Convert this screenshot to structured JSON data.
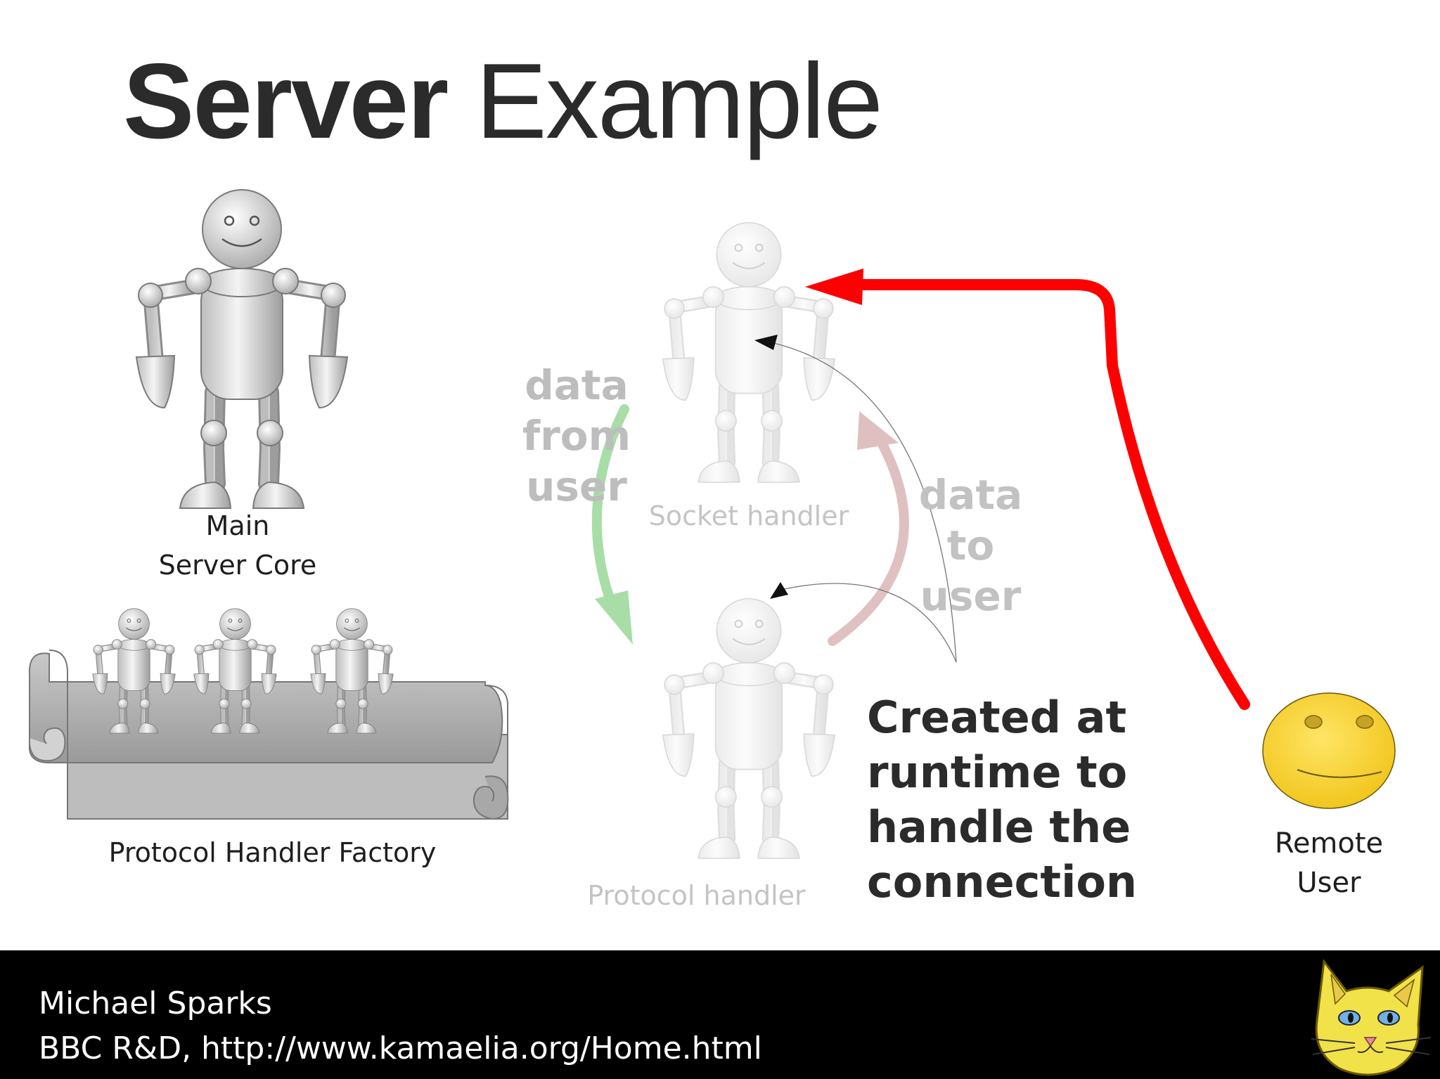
{
  "slide": {
    "title_bold": "Server",
    "title_rest": " Example"
  },
  "labels": {
    "main_server_core": [
      "Main",
      "Server Core"
    ],
    "protocol_handler_factory": "Protocol Handler Factory",
    "socket_handler": "Socket handler",
    "protocol_handler": "Protocol handler",
    "remote_user": [
      "Remote",
      "User"
    ]
  },
  "flows": {
    "data_from_user": [
      "data",
      "from",
      "user"
    ],
    "data_to_user": [
      "data",
      "to",
      "user"
    ]
  },
  "callout": [
    "Created at",
    "runtime to",
    "handle the",
    "connection"
  ],
  "footer": {
    "author": "Michael Sparks",
    "org_url": "BBC R&D, http://www.kamaelia.org/Home.html"
  },
  "colors": {
    "connection_arrow": "#ff0000",
    "from_user_arrow": "#a6dca6",
    "to_user_arrow": "#ddaaaa",
    "remote_user_face": "#f5d020",
    "footer_bg": "#000000"
  },
  "icons": {
    "robot": "robot-figure-icon",
    "scroll": "scroll-conveyor-icon",
    "remote_user": "smiley-face-icon",
    "logo": "kamaelia-cat-logo"
  }
}
